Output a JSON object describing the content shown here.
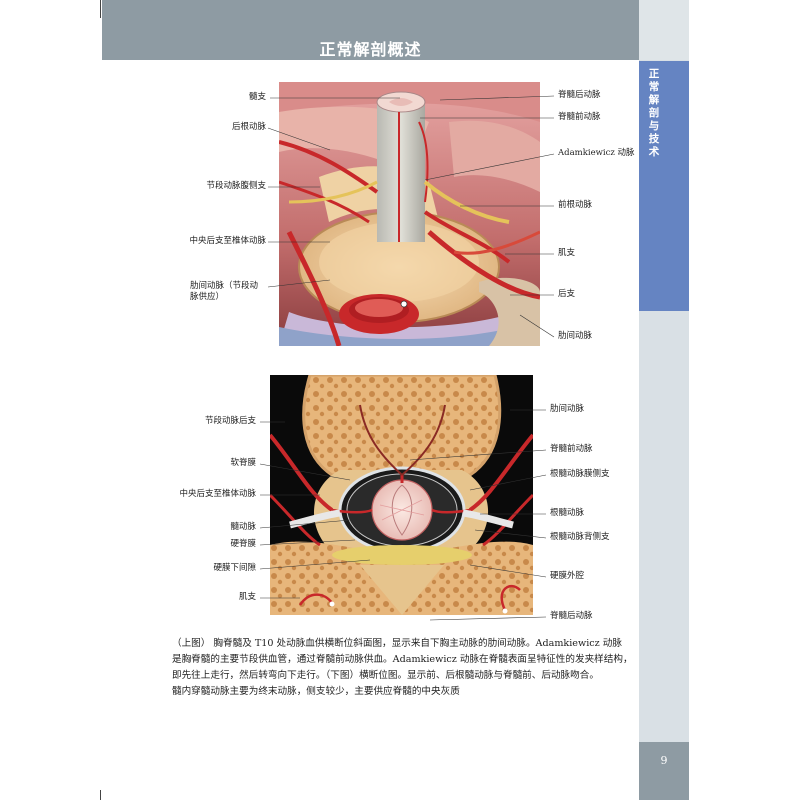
{
  "header": {
    "title": "正常解剖概述"
  },
  "side_tab": {
    "text": "正常解剖与技术"
  },
  "page_number": "9",
  "top_figure": {
    "left_labels": [
      "髓支",
      "后根动脉",
      "节段动脉腹侧支",
      "中央后支至椎体动脉",
      "肋间动脉（节段动",
      "脉供应）"
    ],
    "right_labels": [
      "脊髓后动脉",
      "脊髓前动脉",
      "Adamkiewicz 动脉",
      "前根动脉",
      "肌支",
      "后支",
      "肋间动脉"
    ]
  },
  "bottom_figure": {
    "left_labels": [
      "节段动脉后支",
      "软脊膜",
      "中央后支至椎体动脉",
      "髓动脉",
      "硬脊膜",
      "硬膜下间隙",
      "肌支"
    ],
    "right_labels": [
      "肋间动脉",
      "脊髓前动脉",
      "根髓动脉膜侧支",
      "根髓动脉",
      "根髓动脉背侧支",
      "硬膜外腔",
      "脊髓后动脉"
    ]
  },
  "caption": {
    "line1": "（上图） 胸脊髓及 T10 处动脉血供横断位斜面图，显示来自下胸主动脉的肋间动脉。Adamkiewicz 动脉",
    "line2": "是胸脊髓的主要节段供血管，通过脊髓前动脉供血。Adamkiewicz 动脉在脊髓表面呈特征性的发夹样结构，",
    "line3": "即先往上走行，然后转弯向下走行。（下图）横断位图。显示前、后根髓动脉与脊髓前、后动脉吻合。",
    "line4": "髓内穿髓动脉主要为终末动脉，侧支较少，主要供应脊髓的中央灰质"
  },
  "colors": {
    "header_bg": "#8e9ba3",
    "tab_bg": "#6584c2",
    "artery": "#c8282a",
    "bone": "#e8c79a",
    "spinal_cord": "#f3d9d3"
  }
}
